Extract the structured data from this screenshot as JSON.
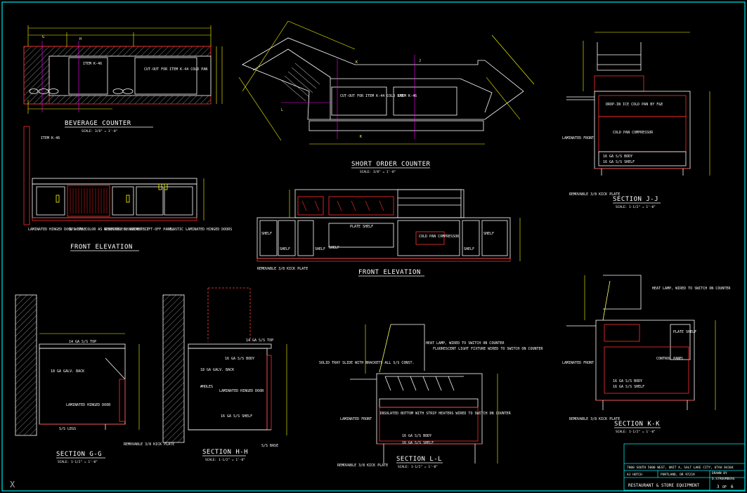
{
  "colors": {
    "background": "#000000",
    "frame": "#00e5e5",
    "outline": "#ffffff",
    "dimension": "#ffff00",
    "detail": "#ff2020",
    "hidden": "#ff4040",
    "section": "#ff00ff"
  },
  "drawings": {
    "beverage_counter": {
      "title": "BEVERAGE COUNTER",
      "scale": "SCALE: 3/8\" = 1'-0\""
    },
    "front_elevation_left": {
      "title": "FRONT ELEVATION"
    },
    "short_order_counter": {
      "title": "SHORT ORDER COUNTER",
      "scale": "SCALE: 3/8\" = 1'-0\""
    },
    "front_elevation_mid": {
      "title": "FRONT ELEVATION"
    },
    "section_jj": {
      "title": "SECTION J-J",
      "scale": "SCALE: 1-1/2\" = 1'-0\""
    },
    "section_kk": {
      "title": "SECTION K-K",
      "scale": "SCALE: 1-1/2\" = 1'-0\""
    },
    "section_gg": {
      "title": "SECTION G-G",
      "scale": "SCALE: 1-1/2\" = 1'-0\""
    },
    "section_hh": {
      "title": "SECTION H-H",
      "scale": "SCALE: 1-1/2\" = 1'-0\""
    },
    "section_ll": {
      "title": "SECTION L-L",
      "scale": "SCALE: 1-1/2\" = 1'-0\""
    }
  },
  "labels": {
    "shelf": "SHELF",
    "plate_shelf": "PLATE SHELF",
    "cold_pan_compressor": "COLD PAN COMPRESSOR",
    "cold_pan_compressor_jj": "COLD PAN COMPRESSOR",
    "drop_in_cold_pan": "DROP-IN ICE COLD PAN BY F&E",
    "laminated_front_jj": "LAMINATED FRONT",
    "laminated_front_kk": "LAMINATED FRONT",
    "laminated_front_ll": "LAMINATED FRONT",
    "removable_kick_plate": "REMOVABLE 3/8 KICK PLATE",
    "heat_lamp": "HEAT LAMP, WIRED TO SWITCH ON COUNTER",
    "control_panel": "CONTROL PANEL",
    "plate_shelf_kk": "PLATE SHELF",
    "body_16ga": "16 GA S/S BODY",
    "shelf_16ga": "16 GA S/S SHELF",
    "top_14ga": "14 GA S/S TOP",
    "galv_back": "18 GA GALV. BACK",
    "holes": "#HOLES",
    "laminated_door": "LAMINATED HINGED DOOR",
    "insulated_bottom": "INSULATED BOTTOM WITH STRIP HEATERS WIRED TO SWITCH ON COUNTER",
    "legs": "S/S LEGS",
    "fluorescent_light": "FLUORESCENT LIGHT FIXTURE WIRED TO SWITCH ON COUNTER",
    "solid_tray_slide": "SOLID TRAY SLIDE WITH BRACKETS ALL S/S CONST.",
    "item_label": "ITEM K-46",
    "cutout": "CUT-OUT FOR ITEM K-44 COLD PAN",
    "ss_base": "S/S BASE",
    "louvered": "REMOVABLE LOUVERED LIFT-OFF PANEL",
    "plastic_laminated": "PLASTIC LAMINATED HINGED DOORS",
    "laminated_hinged_door": "LAMINATED HINGED DOOR WITH COLOR AS SELECTED BY ARCHITECT"
  },
  "markers": {
    "g": "G",
    "h": "H",
    "j": "J",
    "k": "K",
    "l": "L"
  },
  "title_block": {
    "address": "7000 SOUTH 5000 WEST, UNIT A, SALT LAKE CITY, UTAH 84104",
    "client": "AJ HOTCH",
    "company": "PORTLAND, OR 97219",
    "drawn_by": "DRAWN BY",
    "drafter": "D.STROUMBERG",
    "title": "RESTAURANT & STORE EQUIPMENT",
    "sheet": "3",
    "of": "OF",
    "total": "6"
  },
  "axis_mark": "X"
}
